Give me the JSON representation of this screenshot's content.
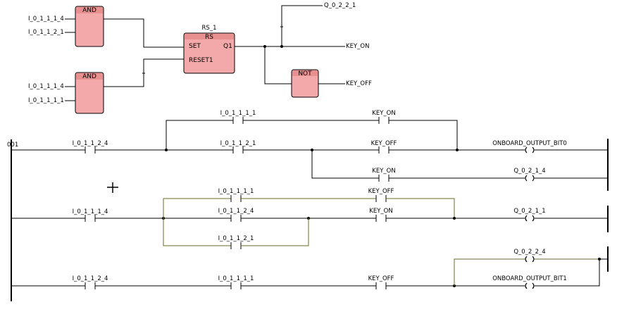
{
  "fbd": {
    "and1": {
      "type": "AND",
      "inputs": [
        "I_0_1_1_1_4",
        "I_0_1_1_2_1"
      ]
    },
    "and2": {
      "type": "AND",
      "inputs": [
        "I_0_1_1_1_4",
        "I_0_1_1_1_1"
      ]
    },
    "rs": {
      "instance": "RS_1",
      "type": "RS",
      "pin_set": "SET",
      "pin_reset": "RESET1",
      "pin_q": "Q1"
    },
    "not": {
      "type": "NOT"
    },
    "outputs": {
      "top": "Q_0_2_2_1",
      "key_on": "KEY_ON",
      "key_off": "KEY_OFF"
    }
  },
  "ladder": {
    "rung_number": "001",
    "rung1": {
      "main_contact": "I_0_1_1_2_4",
      "branch_top": [
        "I_0_1_1_1_1",
        "KEY_ON"
      ],
      "branch_mid": [
        "I_0_1_1_2_1",
        "KEY_OFF"
      ],
      "coil_main": "ONBOARD_OUTPUT_BIT0",
      "branch_low_contact": "KEY_ON",
      "coil_low": "Q_0_2_1_4"
    },
    "rung2": {
      "main_contact": "I_0_1_1_1_4",
      "branch_top": [
        "I_0_1_1_1_1",
        "KEY_OFF"
      ],
      "branch_mid": [
        "I_0_1_1_2_4",
        "KEY_ON"
      ],
      "branch_low": "I_0_1_1_2_1",
      "coil": "Q_0_2_1_1"
    },
    "rung3": {
      "contacts": [
        "I_0_1_1_2_4",
        "I_0_1_1_1_1",
        "KEY_OFF"
      ],
      "coil_top": "Q_0_2_2_4",
      "coil_bottom": "ONBOARD_OUTPUT_BIT1"
    }
  }
}
